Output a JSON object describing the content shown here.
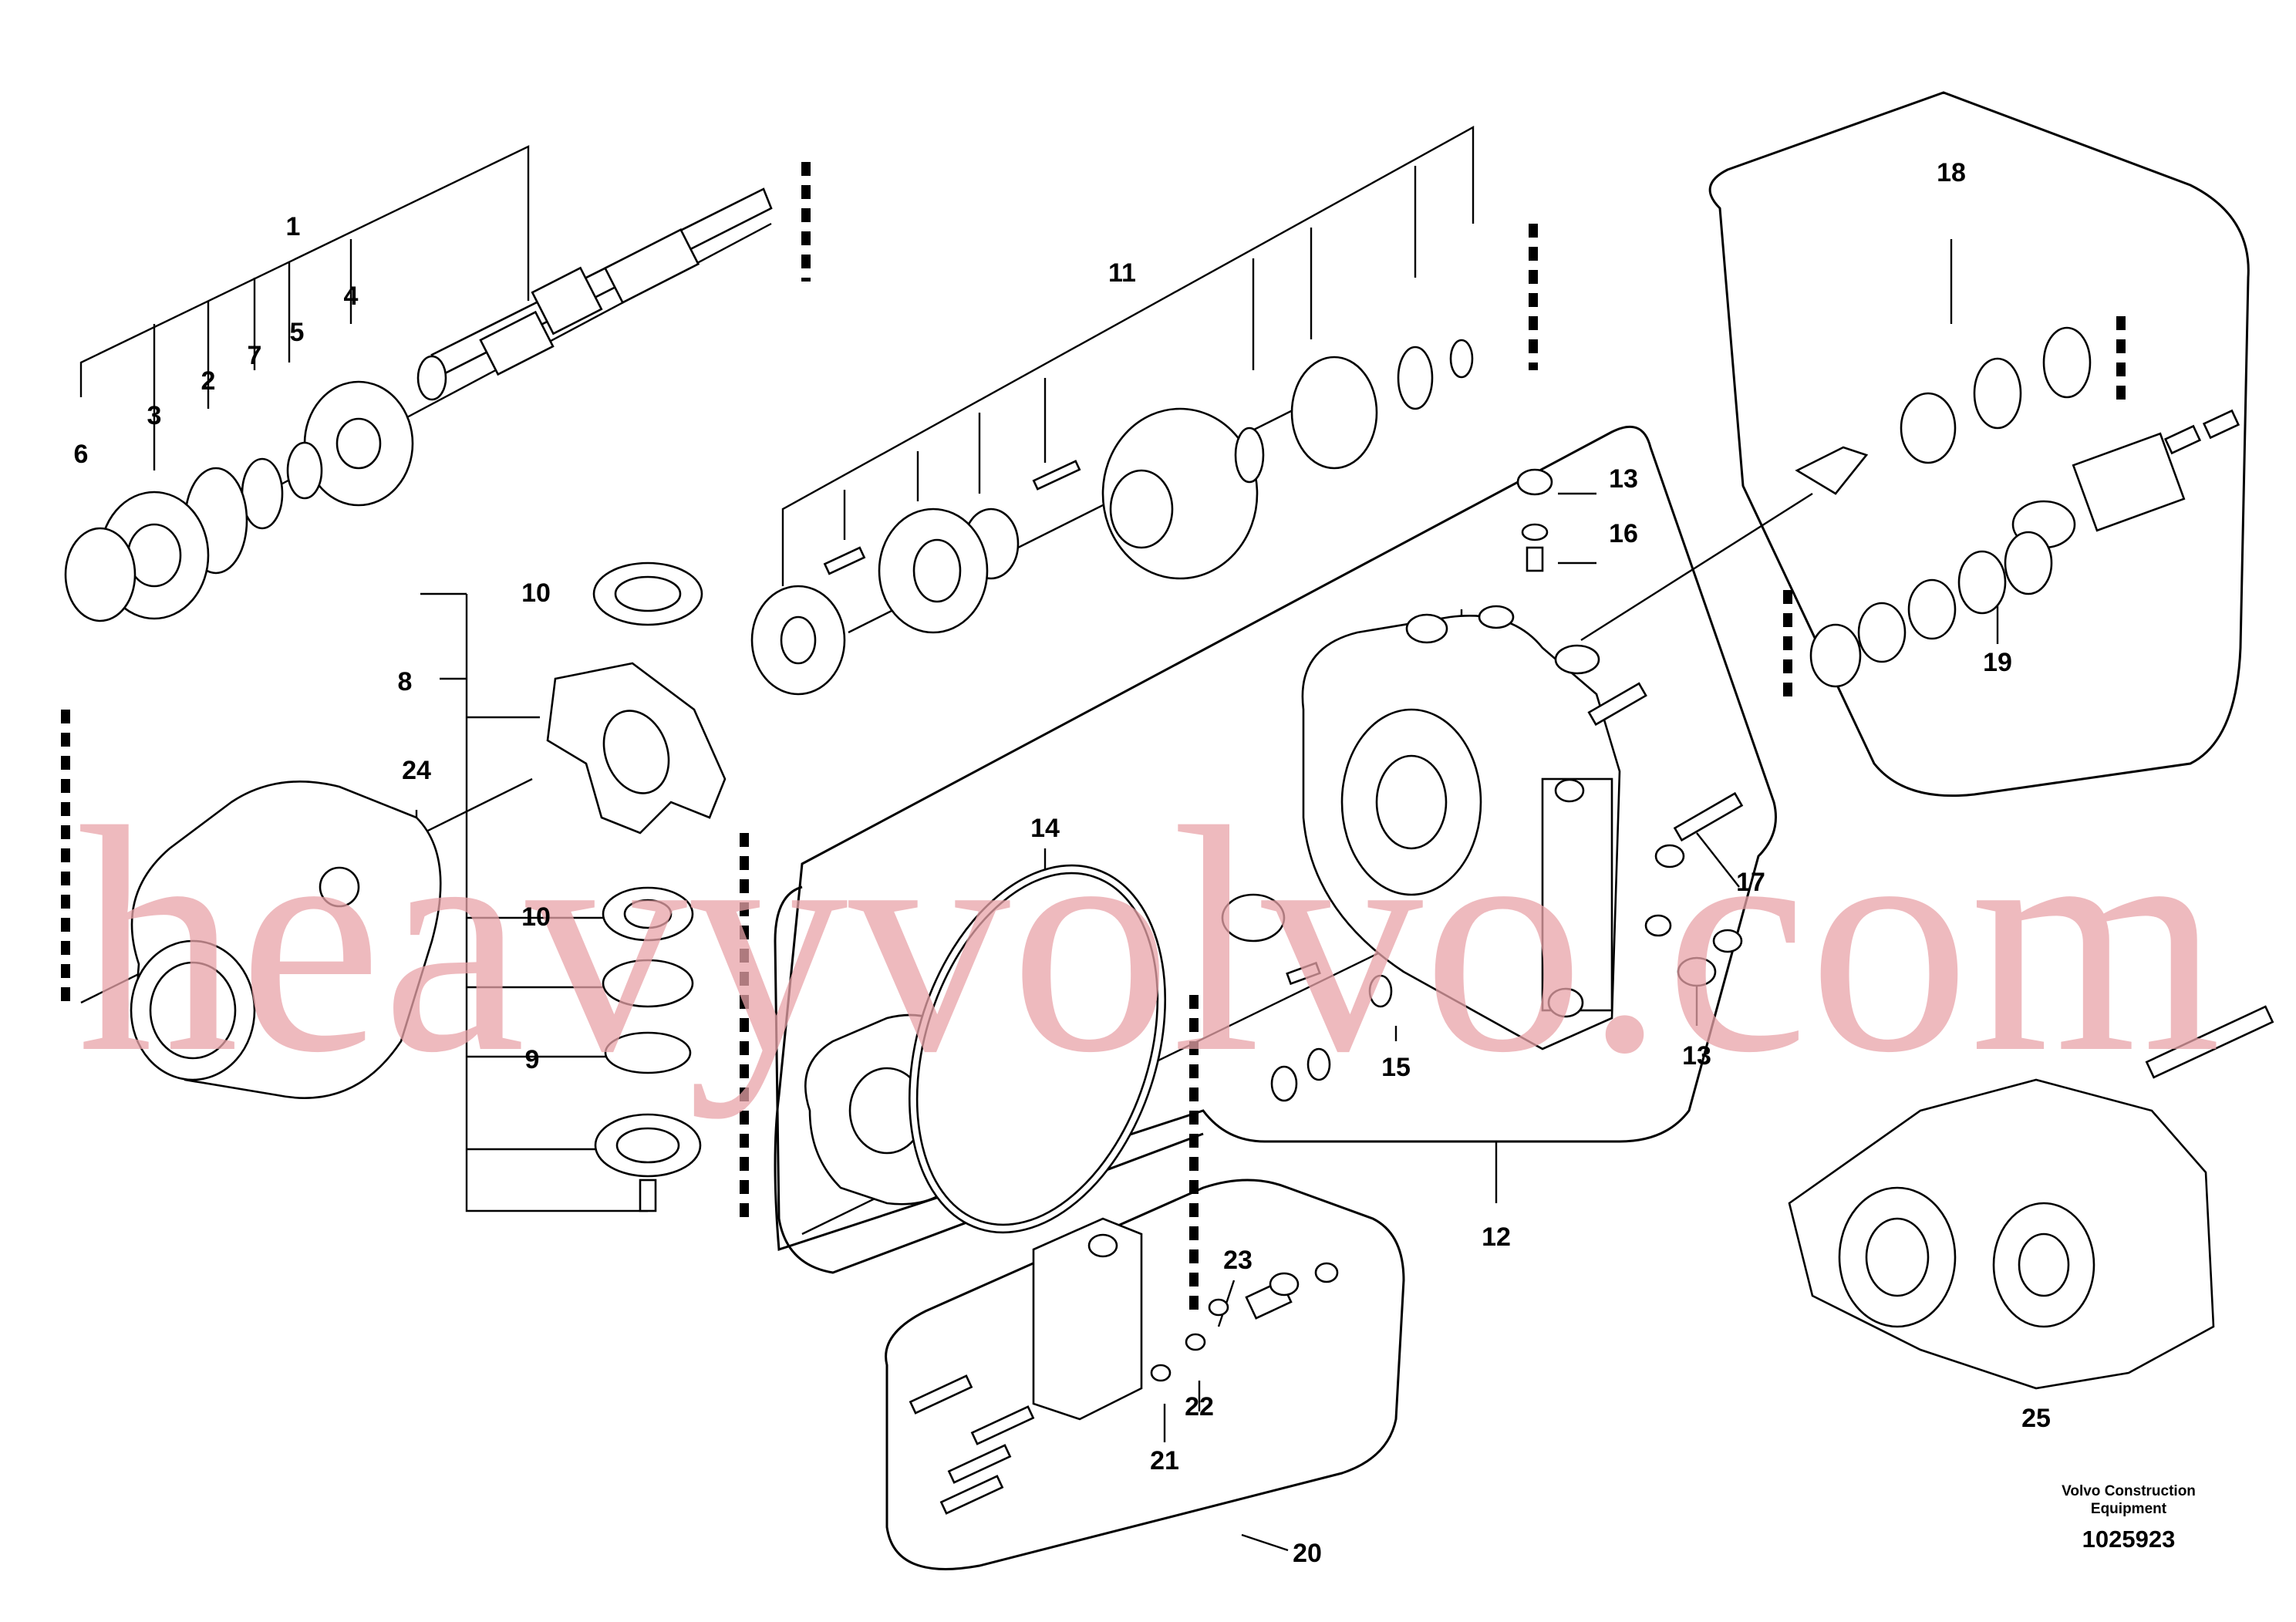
{
  "callouts": {
    "c1": "1",
    "c2": "2",
    "c3": "3",
    "c4": "4",
    "c5": "5",
    "c6": "6",
    "c7": "7",
    "c8": "8",
    "c9": "9",
    "c10a": "10",
    "c10b": "10",
    "c11": "11",
    "c12": "12",
    "c13a": "13",
    "c13b": "13",
    "c14": "14",
    "c15": "15",
    "c16": "16",
    "c17": "17",
    "c18": "18",
    "c19": "19",
    "c20": "20",
    "c21": "21",
    "c22": "22",
    "c23": "23",
    "c24": "24",
    "c25": "25"
  },
  "watermark": "heavyvolvo.com",
  "credit": {
    "company": "Volvo Construction Equipment",
    "drawing_number": "1025923"
  },
  "colors": {
    "line": "#000000",
    "watermark": "#e8a3a8",
    "background": "#ffffff"
  }
}
